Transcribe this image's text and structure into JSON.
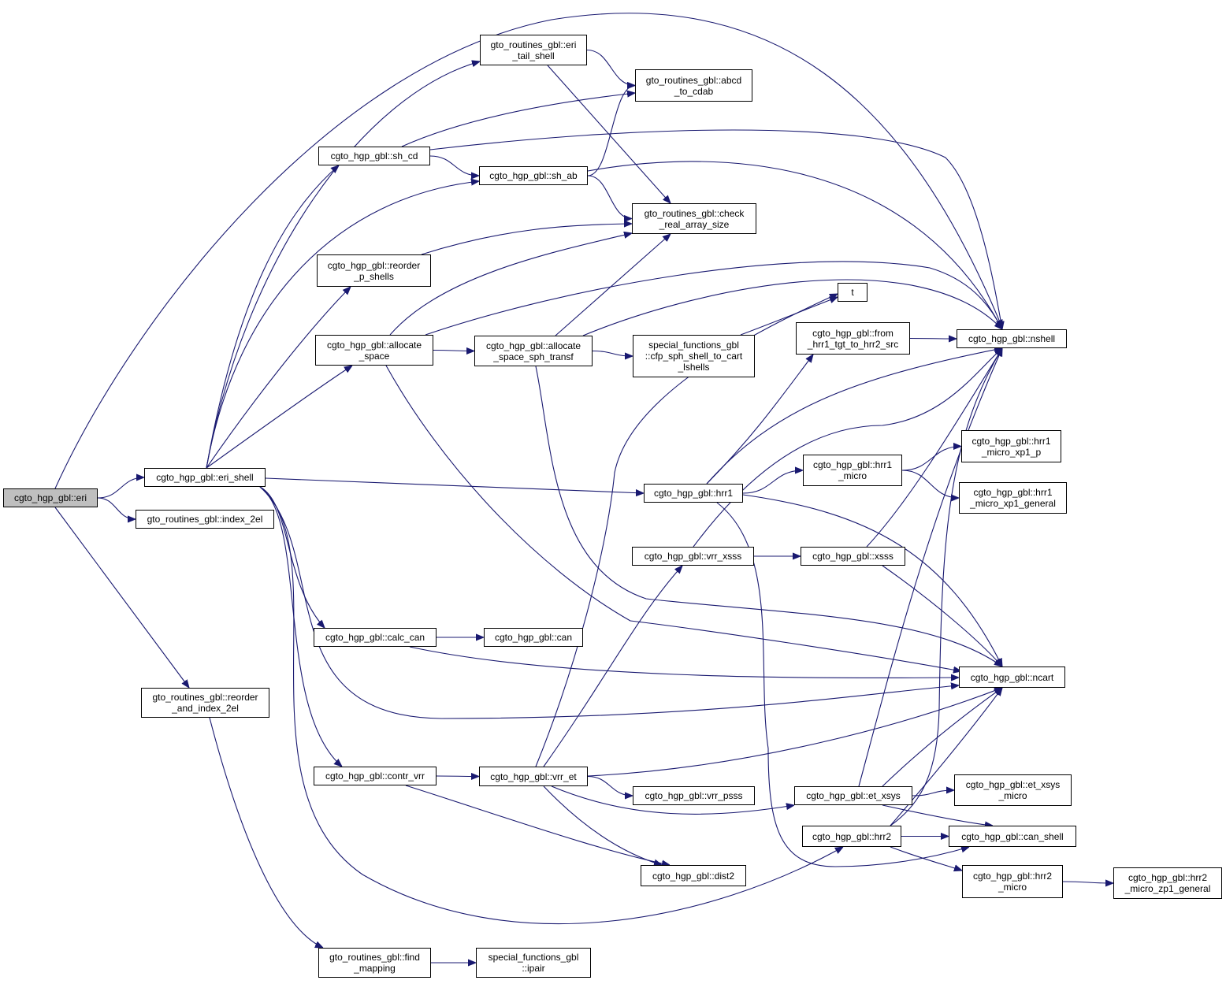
{
  "colors": {
    "edge": "#191970",
    "root_fill": "#bfbfbf",
    "node_fill": "#ffffff",
    "border": "#000000"
  },
  "nodes": {
    "eri": {
      "lines": [
        "cgto_hgp_gbl::eri"
      ],
      "root": true
    },
    "eri_shell": {
      "lines": [
        "cgto_hgp_gbl::eri_shell"
      ]
    },
    "index_2el": {
      "lines": [
        "gto_routines_gbl::index_2el"
      ]
    },
    "reorder_index": {
      "lines": [
        "gto_routines_gbl::reorder",
        "_and_index_2el"
      ]
    },
    "find_mapping": {
      "lines": [
        "gto_routines_gbl::find",
        "_mapping"
      ]
    },
    "ipair": {
      "lines": [
        "special_functions_gbl",
        "::ipair"
      ]
    },
    "eri_tail_shell": {
      "lines": [
        "gto_routines_gbl::eri",
        "_tail_shell"
      ]
    },
    "abcd_to_cdab": {
      "lines": [
        "gto_routines_gbl::abcd",
        "_to_cdab"
      ]
    },
    "sh_cd": {
      "lines": [
        "cgto_hgp_gbl::sh_cd"
      ]
    },
    "sh_ab": {
      "lines": [
        "cgto_hgp_gbl::sh_ab"
      ]
    },
    "check_real": {
      "lines": [
        "gto_routines_gbl::check",
        "_real_array_size"
      ]
    },
    "reorder_p": {
      "lines": [
        "cgto_hgp_gbl::reorder",
        "_p_shells"
      ]
    },
    "allocate_space": {
      "lines": [
        "cgto_hgp_gbl::allocate",
        "_space"
      ]
    },
    "allocate_sph": {
      "lines": [
        "cgto_hgp_gbl::allocate",
        "_space_sph_transf"
      ]
    },
    "cfp_sph": {
      "lines": [
        "special_functions_gbl",
        "::cfp_sph_shell_to_cart",
        "_lshells"
      ]
    },
    "t": {
      "lines": [
        "t"
      ]
    },
    "from_hrr1": {
      "lines": [
        "cgto_hgp_gbl::from",
        "_hrr1_tgt_to_hrr2_src"
      ]
    },
    "nshell": {
      "lines": [
        "cgto_hgp_gbl::nshell"
      ]
    },
    "hrr1_micro": {
      "lines": [
        "cgto_hgp_gbl::hrr1",
        "_micro"
      ]
    },
    "hrr1_xp1_p": {
      "lines": [
        "cgto_hgp_gbl::hrr1",
        "_micro_xp1_p"
      ]
    },
    "hrr1_xp1_general": {
      "lines": [
        "cgto_hgp_gbl::hrr1",
        "_micro_xp1_general"
      ]
    },
    "hrr1": {
      "lines": [
        "cgto_hgp_gbl::hrr1"
      ]
    },
    "vrr_xsss": {
      "lines": [
        "cgto_hgp_gbl::vrr_xsss"
      ]
    },
    "xsss": {
      "lines": [
        "cgto_hgp_gbl::xsss"
      ]
    },
    "calc_can": {
      "lines": [
        "cgto_hgp_gbl::calc_can"
      ]
    },
    "can": {
      "lines": [
        "cgto_hgp_gbl::can"
      ]
    },
    "ncart": {
      "lines": [
        "cgto_hgp_gbl::ncart"
      ]
    },
    "contr_vrr": {
      "lines": [
        "cgto_hgp_gbl::contr_vrr"
      ]
    },
    "vrr_et": {
      "lines": [
        "cgto_hgp_gbl::vrr_et"
      ]
    },
    "vrr_psss": {
      "lines": [
        "cgto_hgp_gbl::vrr_psss"
      ]
    },
    "et_xsys": {
      "lines": [
        "cgto_hgp_gbl::et_xsys"
      ]
    },
    "et_xsys_micro": {
      "lines": [
        "cgto_hgp_gbl::et_xsys",
        "_micro"
      ]
    },
    "can_shell": {
      "lines": [
        "cgto_hgp_gbl::can_shell"
      ]
    },
    "hrr2": {
      "lines": [
        "cgto_hgp_gbl::hrr2"
      ]
    },
    "hrr2_micro": {
      "lines": [
        "cgto_hgp_gbl::hrr2",
        "_micro"
      ]
    },
    "dist2": {
      "lines": [
        "cgto_hgp_gbl::dist2"
      ]
    },
    "hrr2_zp1_general": {
      "lines": [
        "cgto_hgp_gbl::hrr2",
        "_micro_zp1_general"
      ]
    }
  },
  "edges": [
    [
      "eri",
      "eri_shell"
    ],
    [
      "eri",
      "index_2el"
    ],
    [
      "eri",
      "reorder_index"
    ],
    [
      "eri",
      "nshell"
    ],
    [
      "eri_shell",
      "eri_tail_shell"
    ],
    [
      "eri_shell",
      "sh_cd"
    ],
    [
      "eri_shell",
      "sh_ab"
    ],
    [
      "eri_shell",
      "reorder_p"
    ],
    [
      "eri_shell",
      "allocate_space"
    ],
    [
      "eri_shell",
      "hrr1"
    ],
    [
      "eri_shell",
      "calc_can"
    ],
    [
      "eri_shell",
      "contr_vrr"
    ],
    [
      "eri_shell",
      "ncart"
    ],
    [
      "eri_shell",
      "hrr2"
    ],
    [
      "eri_tail_shell",
      "abcd_to_cdab"
    ],
    [
      "eri_tail_shell",
      "check_real"
    ],
    [
      "sh_cd",
      "abcd_to_cdab"
    ],
    [
      "sh_cd",
      "sh_ab"
    ],
    [
      "sh_cd",
      "nshell"
    ],
    [
      "sh_ab",
      "abcd_to_cdab"
    ],
    [
      "sh_ab",
      "check_real"
    ],
    [
      "sh_ab",
      "nshell"
    ],
    [
      "reorder_p",
      "check_real"
    ],
    [
      "allocate_space",
      "check_real"
    ],
    [
      "allocate_space",
      "allocate_sph"
    ],
    [
      "allocate_space",
      "nshell"
    ],
    [
      "allocate_space",
      "ncart"
    ],
    [
      "allocate_sph",
      "check_real"
    ],
    [
      "allocate_sph",
      "cfp_sph"
    ],
    [
      "allocate_sph",
      "nshell"
    ],
    [
      "allocate_sph",
      "ncart"
    ],
    [
      "cfp_sph",
      "t"
    ],
    [
      "from_hrr1",
      "nshell"
    ],
    [
      "hrr1",
      "from_hrr1"
    ],
    [
      "hrr1",
      "nshell"
    ],
    [
      "hrr1",
      "hrr1_micro"
    ],
    [
      "hrr1",
      "ncart"
    ],
    [
      "hrr1",
      "can_shell"
    ],
    [
      "hrr1_micro",
      "hrr1_xp1_p"
    ],
    [
      "hrr1_micro",
      "hrr1_xp1_general"
    ],
    [
      "vrr_xsss",
      "nshell"
    ],
    [
      "vrr_xsss",
      "xsss"
    ],
    [
      "xsss",
      "nshell"
    ],
    [
      "xsss",
      "ncart"
    ],
    [
      "calc_can",
      "can"
    ],
    [
      "calc_can",
      "ncart"
    ],
    [
      "reorder_index",
      "find_mapping"
    ],
    [
      "find_mapping",
      "ipair"
    ],
    [
      "contr_vrr",
      "vrr_et"
    ],
    [
      "contr_vrr",
      "dist2"
    ],
    [
      "vrr_et",
      "t"
    ],
    [
      "vrr_et",
      "vrr_xsss"
    ],
    [
      "vrr_et",
      "vrr_psss"
    ],
    [
      "vrr_et",
      "et_xsys"
    ],
    [
      "vrr_et",
      "dist2"
    ],
    [
      "vrr_et",
      "ncart"
    ],
    [
      "et_xsys",
      "nshell"
    ],
    [
      "et_xsys",
      "ncart"
    ],
    [
      "et_xsys",
      "et_xsys_micro"
    ],
    [
      "et_xsys",
      "can_shell"
    ],
    [
      "hrr2",
      "nshell"
    ],
    [
      "hrr2",
      "ncart"
    ],
    [
      "hrr2",
      "can_shell"
    ],
    [
      "hrr2",
      "hrr2_micro"
    ],
    [
      "hrr2_micro",
      "hrr2_zp1_general"
    ]
  ]
}
